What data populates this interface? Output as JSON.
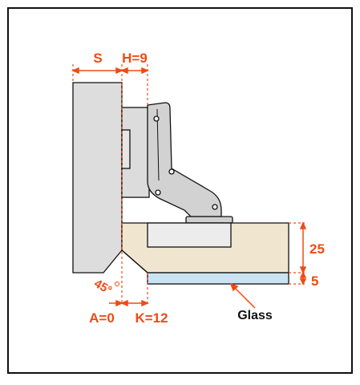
{
  "labels": {
    "s": "S",
    "h": "H=9",
    "dim_25": "25",
    "dim_5": "5",
    "angle": "45°",
    "a": "A=0",
    "k": "K=12",
    "glass": "Glass"
  },
  "colors": {
    "dimension": "#f04a14",
    "wood": "#f0e6d0",
    "cabinet_side": "#dddddd",
    "glass": "#c9e3f3",
    "hinge_metal": "#d2d2d2",
    "outline": "#111111",
    "border": "#111111"
  }
}
